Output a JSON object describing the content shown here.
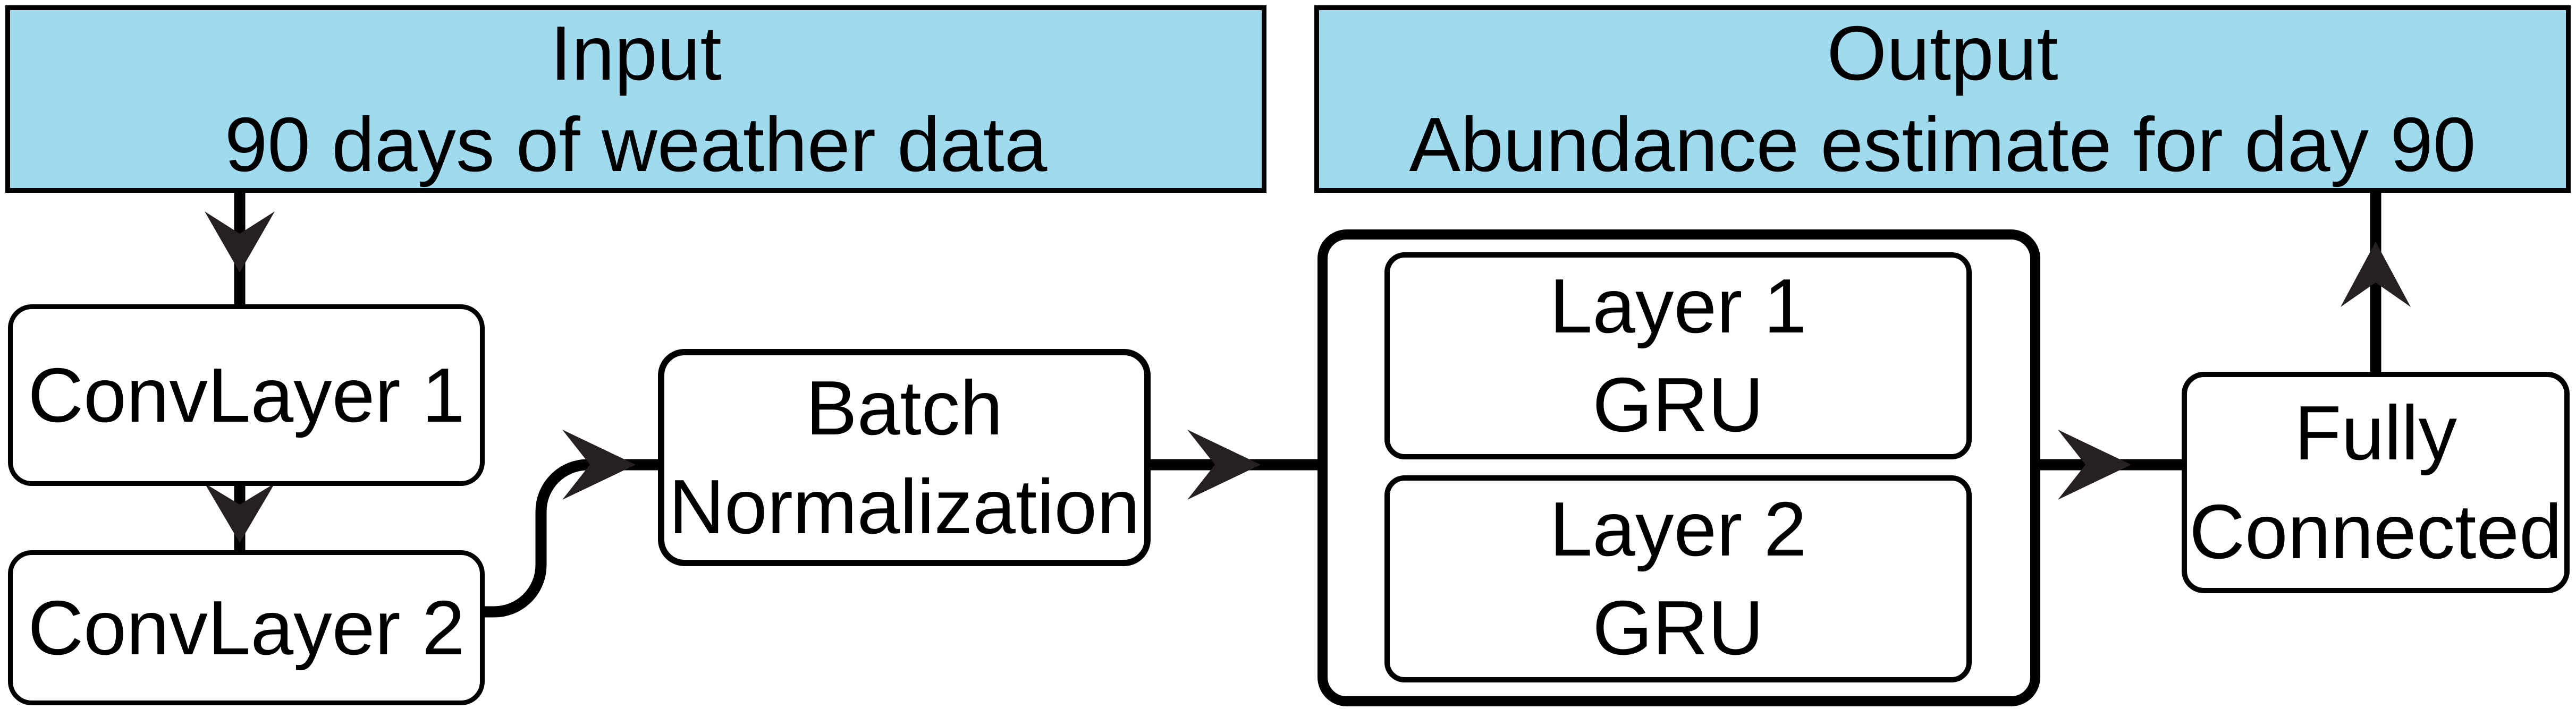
{
  "nodes": {
    "input": {
      "line1": "Input",
      "line2": "90 days of weather data"
    },
    "output": {
      "line1": "Output",
      "line2": "Abundance estimate for day 90"
    },
    "conv1": {
      "label": "ConvLayer 1"
    },
    "conv2": {
      "label": "ConvLayer 2"
    },
    "batch_norm": {
      "line1": "Batch",
      "line2": "Normalization"
    },
    "gru_layer1": {
      "line1": "Layer 1",
      "line2": "GRU"
    },
    "gru_layer2": {
      "line1": "Layer 2",
      "line2": "GRU"
    },
    "fully_connected": {
      "line1": "Fully",
      "line2": "Connected"
    }
  },
  "edges": [
    {
      "name": "input-to-conv1"
    },
    {
      "name": "conv1-to-conv2"
    },
    {
      "name": "conv2-to-batchnorm"
    },
    {
      "name": "batchnorm-to-gru"
    },
    {
      "name": "gru-to-fullyconnected"
    },
    {
      "name": "fullyconnected-to-output"
    }
  ],
  "colors": {
    "io_fill": "#9FDAEF",
    "stroke": "#000000",
    "arrowhead": "#262021",
    "background": "#FFFFFF"
  }
}
